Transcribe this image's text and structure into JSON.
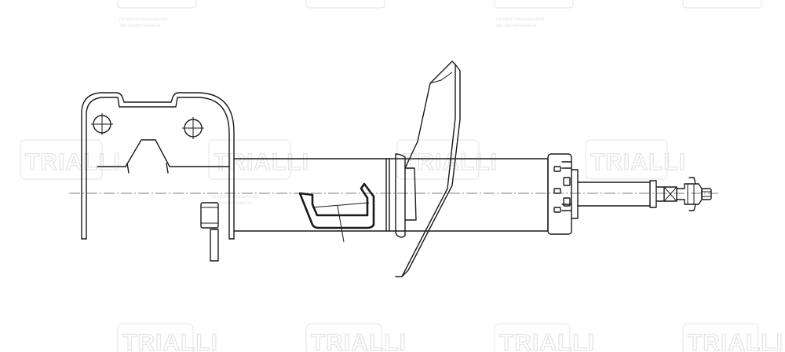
{
  "watermark": {
    "brand": "TRIALLI",
    "tagline_line1": "профессиональная",
    "tagline_line2": "автокомпонента"
  },
  "drawing": {
    "subject": "shock-absorber-strut",
    "line_color": "#1a1a1a",
    "watermark_color": "#e4e4e4",
    "background": "#ffffff"
  }
}
